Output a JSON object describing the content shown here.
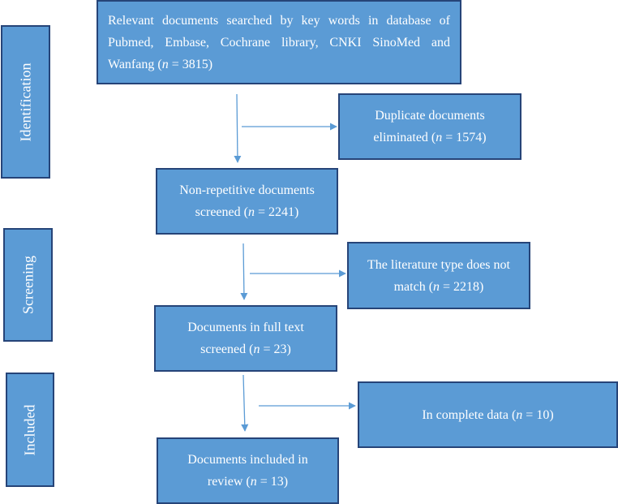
{
  "stages": {
    "identification": "Identification",
    "screening": "Screening",
    "included": "Included"
  },
  "boxes": {
    "relevant": {
      "text": "Relevant documents searched by key words in database of Pubmed, Embase, Cochrane library, CNKI SinoMed and Wanfang (",
      "n_label": "n",
      "n_value": " = 3815)"
    },
    "duplicate": {
      "line1": "Duplicate documents",
      "line2": "eliminated (",
      "n_label": "n",
      "n_value": " = 1574)"
    },
    "non_repetitive": {
      "line1": "Non-repetitive documents",
      "line2": "screened (",
      "n_label": "n",
      "n_value": " = 2241)"
    },
    "literature_type": {
      "line1": "The literature type does not",
      "line2": "match (",
      "n_label": "n",
      "n_value": " = 2218)"
    },
    "full_text": {
      "line1": "Documents in full text",
      "line2": "screened (",
      "n_label": "n",
      "n_value": " = 23)"
    },
    "incomplete": {
      "line1": "In complete data (",
      "n_label": "n",
      "n_value": " = 10)"
    },
    "included": {
      "line1": "Documents included in",
      "line2": "review (",
      "n_label": "n",
      "n_value": " = 13)"
    }
  },
  "colors": {
    "box_fill": "#5b9bd5",
    "box_border": "#264478",
    "arrow": "#5b9bd5",
    "text": "#ffffff"
  }
}
